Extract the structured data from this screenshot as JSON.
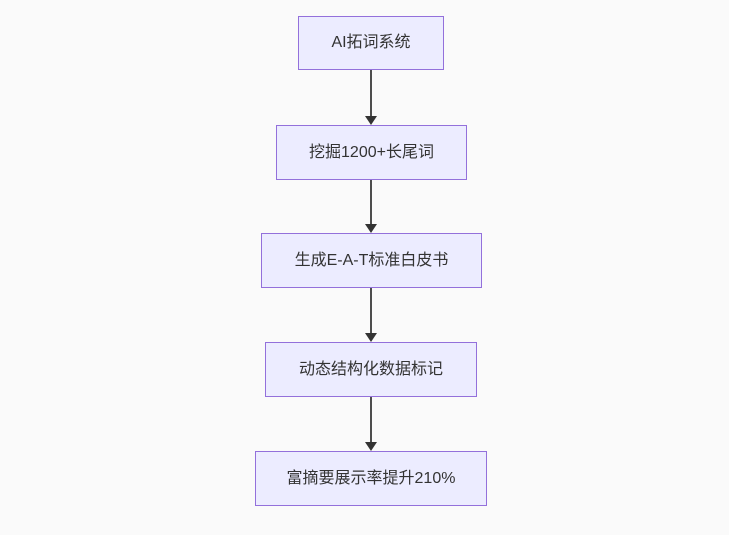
{
  "diagram": {
    "type": "flowchart-top-down",
    "colors": {
      "canvas_background": "#fafafa",
      "node_fill": "#ececff",
      "node_border": "#9370db",
      "node_text": "#333333",
      "edge": "#333333"
    },
    "nodes": [
      {
        "id": "node-1",
        "label": "AI拓词系统"
      },
      {
        "id": "node-2",
        "label": "挖掘1200+长尾词"
      },
      {
        "id": "node-3",
        "label": "生成E-A-T标准白皮书"
      },
      {
        "id": "node-4",
        "label": "动态结构化数据标记"
      },
      {
        "id": "node-5",
        "label": "富摘要展示率提升210%"
      }
    ],
    "edges": [
      {
        "from": "node-1",
        "to": "node-2"
      },
      {
        "from": "node-2",
        "to": "node-3"
      },
      {
        "from": "node-3",
        "to": "node-4"
      },
      {
        "from": "node-4",
        "to": "node-5"
      }
    ]
  }
}
